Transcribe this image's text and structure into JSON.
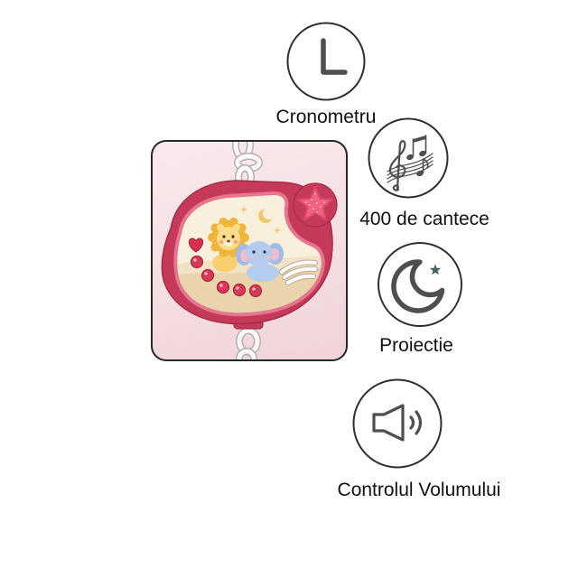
{
  "features": [
    {
      "label": "Cronometru",
      "icon": "timer-icon"
    },
    {
      "label": "400 de cantece",
      "icon": "music-notes-icon"
    },
    {
      "label": "Proiectie",
      "icon": "moon-star-icon"
    },
    {
      "label": "Controlul Volumului",
      "icon": "speaker-volume-icon"
    }
  ],
  "colors": {
    "page_background": "#ffffff",
    "photo_background": "#f5dfe3",
    "device_body": "#c53a58",
    "icon_ring": "#2f2f2f",
    "icon_glyph": "#4f4f4f",
    "label_text": "#111111"
  }
}
